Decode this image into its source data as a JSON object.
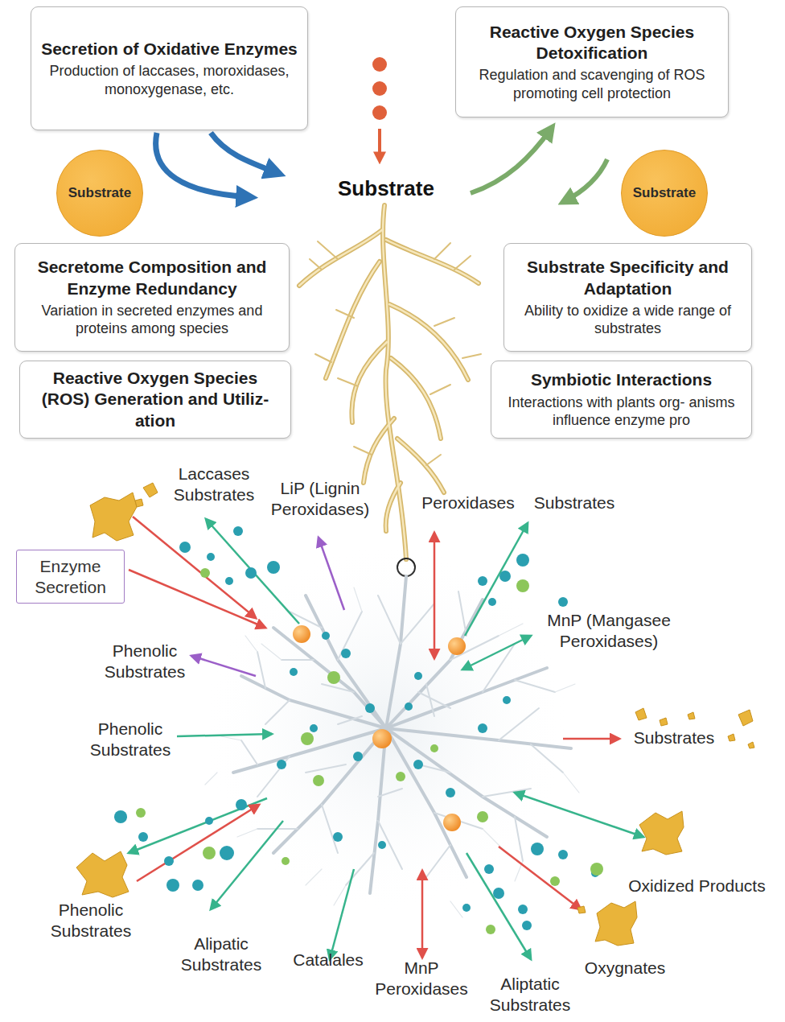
{
  "diagram": {
    "nodes": [
      {
        "text": [
          "Secretion of Oxidative Enzymes",
          "Production of laccases, moroxidases, monoxygenase, etc."
        ]
      },
      {
        "text": [
          "Reactive Oxygen Species Detoxification",
          "Regulation and scavenging of ROS promoting cell protection"
        ]
      },
      {
        "text": [
          "Substrate"
        ]
      },
      {
        "text": [
          "Substrate"
        ]
      },
      {
        "text": [
          "Secretome Composition and Enzyme Redundancy",
          "Variation in secreted enzymes and proteins among species"
        ]
      },
      {
        "text": [
          "Substrate Specificity and Adaptation",
          "Ability to oxidize a wide range of substrates"
        ]
      },
      {
        "text": [
          "Reactive Oxygen Species (ROS) Generation and Utiliz- ation"
        ]
      },
      {
        "text": [
          "Symbiotic Interactions",
          "Interactions with plants org- anisms influence enzyme pro"
        ]
      },
      {
        "text": [
          "Enzyme Secretion"
        ]
      }
    ],
    "labels": [
      "Substrate",
      "Laccases Substrates",
      "LiP (Lignin Peroxidases)",
      "Peroxidases",
      "Substrates",
      "MnP (Mangasee Peroxidases)",
      "Phenolic Substrates",
      "Phenolic Substrates",
      "Substrates",
      "Oxidized Products",
      "Phenolic Substrates",
      "Alipatic Substrates",
      "Catalales",
      "MnP Peroxidases",
      "Aliptatic Substrates",
      "Oxygnates"
    ]
  }
}
